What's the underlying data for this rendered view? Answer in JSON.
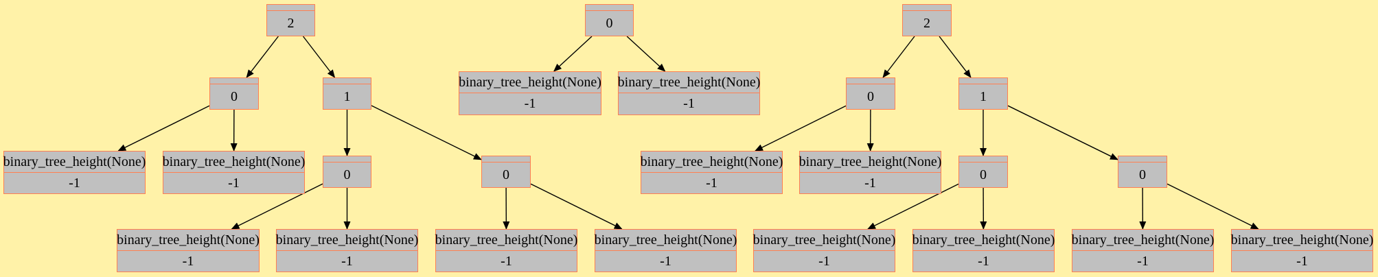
{
  "colors": {
    "background": "#fff2a8",
    "node_fill": "#c0c0c0",
    "node_border": "#ff7f50",
    "edge": "#000000"
  },
  "trees": [
    {
      "nodes": [
        {
          "id": "a1",
          "type": "value",
          "value": "2"
        },
        {
          "id": "a2",
          "type": "value",
          "value": "0"
        },
        {
          "id": "a3",
          "type": "value",
          "value": "1"
        },
        {
          "id": "a4",
          "type": "call",
          "call": "binary_tree_height(None)",
          "result": "-1"
        },
        {
          "id": "a5",
          "type": "call",
          "call": "binary_tree_height(None)",
          "result": "-1"
        },
        {
          "id": "a6",
          "type": "value",
          "value": "0"
        },
        {
          "id": "a7",
          "type": "value",
          "value": "0"
        },
        {
          "id": "a8",
          "type": "call",
          "call": "binary_tree_height(None)",
          "result": "-1"
        },
        {
          "id": "a9",
          "type": "call",
          "call": "binary_tree_height(None)",
          "result": "-1"
        },
        {
          "id": "a10",
          "type": "call",
          "call": "binary_tree_height(None)",
          "result": "-1"
        },
        {
          "id": "a11",
          "type": "call",
          "call": "binary_tree_height(None)",
          "result": "-1"
        }
      ],
      "edges": [
        [
          "a1",
          "a2"
        ],
        [
          "a1",
          "a3"
        ],
        [
          "a2",
          "a4"
        ],
        [
          "a2",
          "a5"
        ],
        [
          "a3",
          "a6"
        ],
        [
          "a3",
          "a7"
        ],
        [
          "a6",
          "a8"
        ],
        [
          "a6",
          "a9"
        ],
        [
          "a7",
          "a10"
        ],
        [
          "a7",
          "a11"
        ]
      ]
    },
    {
      "nodes": [
        {
          "id": "b1",
          "type": "value",
          "value": "0"
        },
        {
          "id": "b2",
          "type": "call",
          "call": "binary_tree_height(None)",
          "result": "-1"
        },
        {
          "id": "b3",
          "type": "call",
          "call": "binary_tree_height(None)",
          "result": "-1"
        }
      ],
      "edges": [
        [
          "b1",
          "b2"
        ],
        [
          "b1",
          "b3"
        ]
      ]
    },
    {
      "nodes": [
        {
          "id": "c1",
          "type": "value",
          "value": "2"
        },
        {
          "id": "c2",
          "type": "value",
          "value": "0"
        },
        {
          "id": "c3",
          "type": "value",
          "value": "1"
        },
        {
          "id": "c4",
          "type": "call",
          "call": "binary_tree_height(None)",
          "result": "-1"
        },
        {
          "id": "c5",
          "type": "call",
          "call": "binary_tree_height(None)",
          "result": "-1"
        },
        {
          "id": "c6",
          "type": "value",
          "value": "0"
        },
        {
          "id": "c7",
          "type": "value",
          "value": "0"
        },
        {
          "id": "c8",
          "type": "call",
          "call": "binary_tree_height(None)",
          "result": "-1"
        },
        {
          "id": "c9",
          "type": "call",
          "call": "binary_tree_height(None)",
          "result": "-1"
        },
        {
          "id": "c10",
          "type": "call",
          "call": "binary_tree_height(None)",
          "result": "-1"
        },
        {
          "id": "c11",
          "type": "call",
          "call": "binary_tree_height(None)",
          "result": "-1"
        }
      ],
      "edges": [
        [
          "c1",
          "c2"
        ],
        [
          "c1",
          "c3"
        ],
        [
          "c2",
          "c4"
        ],
        [
          "c2",
          "c5"
        ],
        [
          "c3",
          "c6"
        ],
        [
          "c3",
          "c7"
        ],
        [
          "c6",
          "c8"
        ],
        [
          "c6",
          "c9"
        ],
        [
          "c7",
          "c10"
        ],
        [
          "c7",
          "c11"
        ]
      ]
    }
  ]
}
